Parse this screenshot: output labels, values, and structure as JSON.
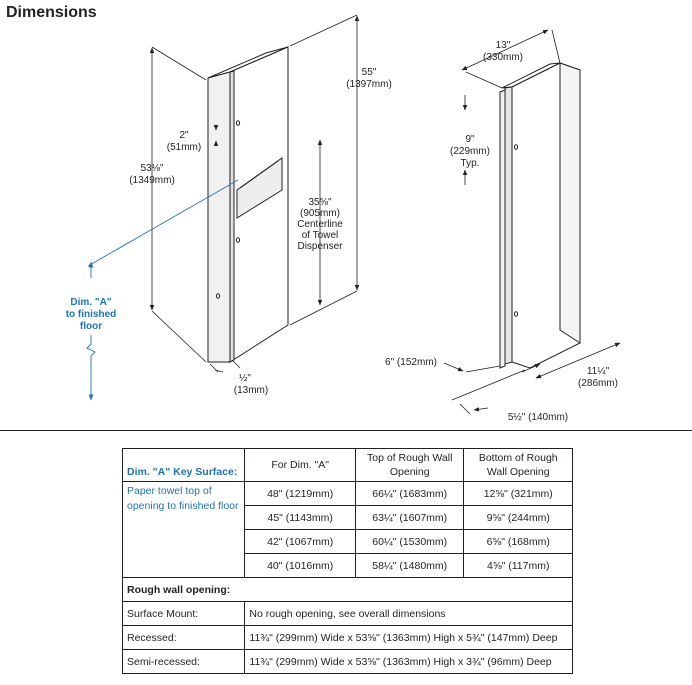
{
  "heading": "Dimensions",
  "front_view": {
    "overall_height": {
      "imperial": "55\"",
      "metric": "(1397mm)"
    },
    "body_height": {
      "imperial": "53⅛\"",
      "metric": "(1349mm)"
    },
    "top_offset": {
      "imperial": "2\"",
      "metric": "(51mm)"
    },
    "centerline": [
      "35⅝\"",
      "(905mm)",
      "Centerline",
      "of Towel",
      "Dispenser"
    ],
    "flange": {
      "imperial": "½\"",
      "metric": "(13mm)"
    },
    "dim_a": [
      "Dim. \"A\"",
      "to finished",
      "floor"
    ]
  },
  "side_view": {
    "width": {
      "imperial": "13\"",
      "metric": "(330mm)"
    },
    "spacing": [
      "9\"",
      "(229mm)",
      "Typ."
    ],
    "depth_total": "6\" (152mm)",
    "wall_width": {
      "imperial": "11¼\"",
      "metric": "(286mm)"
    },
    "depth_recess": "5½\" (140mm)"
  },
  "table": {
    "key_header": "Dim. \"A\" Key Surface:",
    "key_text": "Paper towel top of opening to finished floor",
    "columns": [
      "For Dim. \"A\"",
      "Top of Rough Wall Opening",
      "Bottom of Rough Wall Opening"
    ],
    "rows": [
      [
        "48\" (1219mm)",
        "66¼\" (1683mm)",
        "12⅝\" (321mm)"
      ],
      [
        "45\" (1143mm)",
        "63¼\" (1607mm)",
        "9⅝\" (244mm)"
      ],
      [
        "42\" (1067mm)",
        "60¼\" (1530mm)",
        "6⅝\" (168mm)"
      ],
      [
        "40\" (1016mm)",
        "58¼\" (1480mm)",
        "4⅝\" (117mm)"
      ]
    ],
    "rough_header": "Rough wall opening:",
    "rough_rows": [
      {
        "label": "Surface Mount:",
        "value": "No rough opening, see overall dimensions"
      },
      {
        "label": "Recessed:",
        "value": "11¾\" (299mm) Wide x 53⅝\" (1363mm) High x 5¾\" (147mm) Deep"
      },
      {
        "label": "Semi-recessed:",
        "value": "11¾\" (299mm) Wide x 53⅝\" (1363mm) High x 3¾\" (96mm) Deep"
      }
    ]
  },
  "colors": {
    "accent_blue": "#1f73b7",
    "line": "#231f20"
  }
}
